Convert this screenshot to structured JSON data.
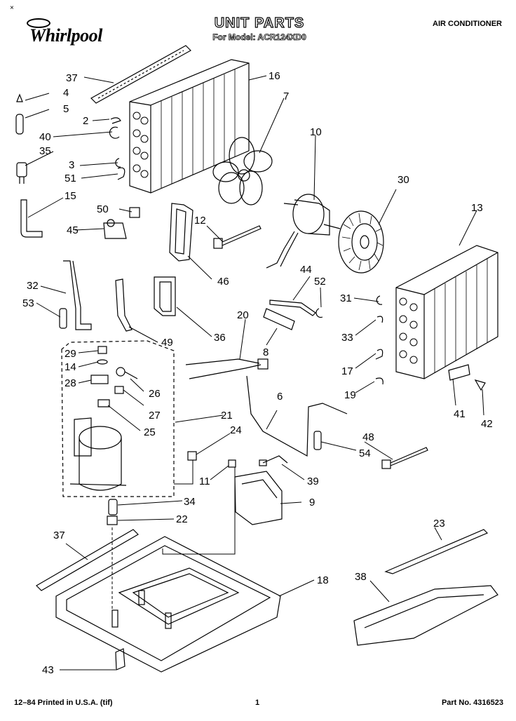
{
  "header": {
    "brand": "Whirlpool",
    "title": "UNIT PARTS",
    "model": "For Model: ACR124XD0",
    "category": "AIR CONDITIONER",
    "corner_mark": "×"
  },
  "footer": {
    "print_info": "12–84 Printed in U.S.A. (tif)",
    "page_number": "1",
    "part_number": "Part No. 4316523"
  },
  "callouts": [
    "37",
    "4",
    "5",
    "2",
    "40",
    "35",
    "3",
    "51",
    "15",
    "16",
    "7",
    "10",
    "30",
    "13",
    "50",
    "12",
    "45",
    "46",
    "44",
    "52",
    "31",
    "33",
    "17",
    "19",
    "41",
    "42",
    "32",
    "53",
    "36",
    "49",
    "20",
    "8",
    "29",
    "14",
    "28",
    "26",
    "27",
    "25",
    "21",
    "24",
    "6",
    "48",
    "54",
    "11",
    "39",
    "34",
    "22",
    "9",
    "37",
    "23",
    "38",
    "18",
    "43"
  ]
}
